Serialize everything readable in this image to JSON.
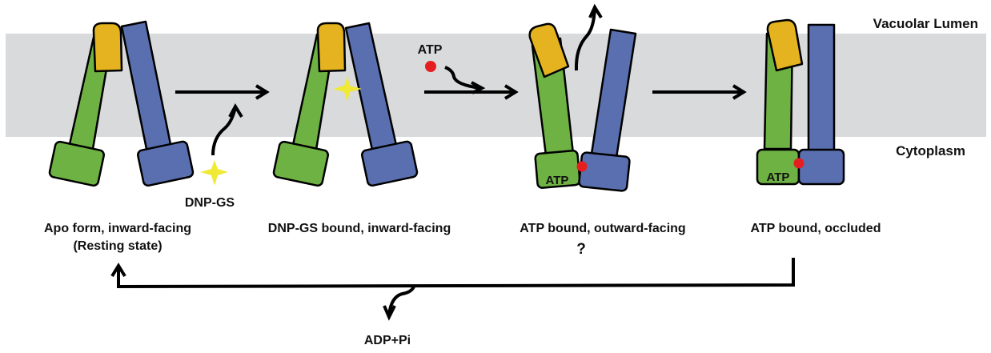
{
  "regions": {
    "lumen": "Vacuolar Lumen",
    "cytoplasm": "Cytoplasm"
  },
  "colors": {
    "membrane": "#d9dadb",
    "green_domain": "#6fb244",
    "blue_domain": "#5a6fb0",
    "yellow_domain": "#e4b31f",
    "substrate_star": "#f0e935",
    "atp_dot": "#e51f1f",
    "question_mark": "#e21b1b"
  },
  "molecules": {
    "substrate": "DNP-GS",
    "atp": "ATP",
    "products": "ADP+Pi"
  },
  "states": [
    {
      "label": "Apo form, inward-facing",
      "sublabel": "(Resting state)"
    },
    {
      "label": "DNP-GS bound, inward-facing"
    },
    {
      "label": "ATP bound, outward-facing",
      "note": "?"
    },
    {
      "label": "ATP bound, occluded",
      "nbd_label": "ATP"
    }
  ],
  "state3_nbd_label": "ATP"
}
